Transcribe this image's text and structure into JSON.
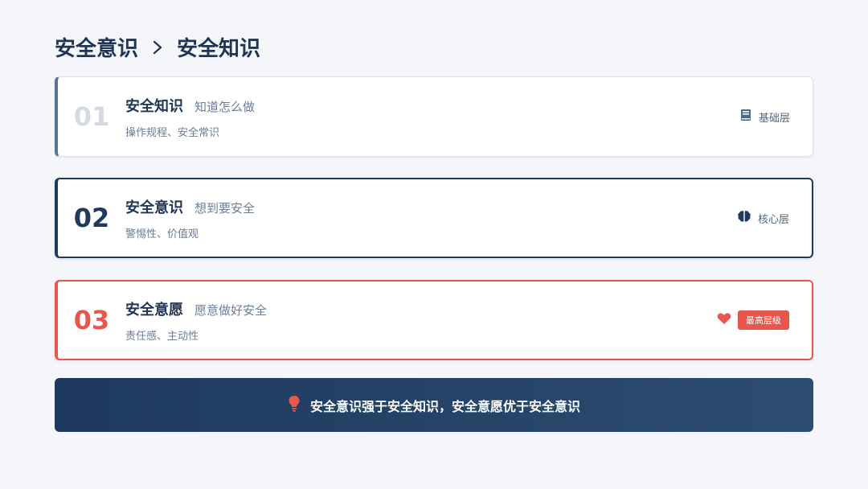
{
  "breadcrumb": {
    "parent": "安全意识",
    "current": "安全知识"
  },
  "cards": [
    {
      "number": "01",
      "title": "安全知识",
      "subtitle": "知道怎么做",
      "desc": "操作规程、安全常识",
      "tag_icon": "book-icon",
      "tag_label": "基础层"
    },
    {
      "number": "02",
      "title": "安全意识",
      "subtitle": "想到要安全",
      "desc": "警惕性、价值观",
      "tag_icon": "brain-icon",
      "tag_label": "核心层"
    },
    {
      "number": "03",
      "title": "安全意愿",
      "subtitle": "愿意做好安全",
      "desc": "责任感、主动性",
      "tag_icon": "heart-icon",
      "tag_label": "最高层级"
    }
  ],
  "banner": {
    "icon": "lightbulb-icon",
    "text": "安全意识强于安全知识，安全意愿优于安全意识"
  },
  "colors": {
    "navy": "#1f3a5c",
    "accent_red": "#e8574d",
    "muted": "#6b7d95",
    "background": "#f4f6fa"
  }
}
